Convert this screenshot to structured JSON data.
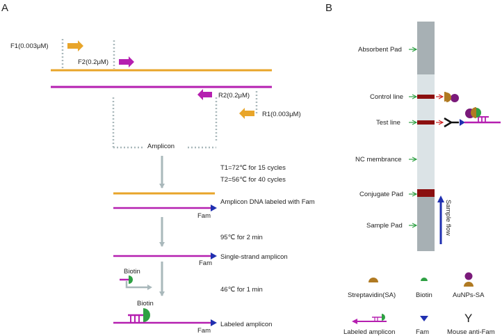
{
  "panel_a": {
    "letter": "A",
    "primer_f1": "F1(0.003μM)",
    "primer_f2": "F2(0.2μM)",
    "primer_r2": "R2(0.2μM)",
    "primer_r1": "R1(0.003μM)",
    "amplicon": "Amplicon",
    "cycle_t1": "T1=72℃  for 15 cycles",
    "cycle_t2": "T2=56℃  for 40 cycles",
    "amplicon_labeled": "Amplicon DNA labeled with Fam",
    "fam_1": "Fam",
    "step_95": "95℃  for 2 min",
    "single_strand": "Single-strand amplicon",
    "fam_2": "Fam",
    "biotin_1": "Biotin",
    "step_46": "46℃  for 1 min",
    "biotin_2": "Biotin",
    "labeled_amplicon": "Labeled amplicon",
    "fam_3": "Fam"
  },
  "panel_b": {
    "letter": "B",
    "absorbent_pad": "Absorbent Pad",
    "control_line": "Control line",
    "test_line": "Test line",
    "nc_membrance": "NC membrance",
    "conjugate_pad": "Conjugate Pad",
    "sample_pad": "Sample Pad",
    "sample_flow": "Sample flow"
  },
  "legend": {
    "streptavidin": "Streptavidin(SA)",
    "biotin": "Biotin",
    "aunps_sa": "AuNPs-SA",
    "labeled_amplicon": "Labeled amplicon",
    "fam": "Fam",
    "mouse_anti_fam": "Mouse anti-Fam",
    "antibody_symbol": "Y"
  },
  "colors": {
    "orange": "#e8a52a",
    "magenta": "#b51fb0",
    "green": "#2ea043",
    "blue": "#2030b0",
    "dark_red": "#8b0f0f",
    "gray_arrow": "#a9b8bb",
    "strip_light": "#dbe3e6",
    "strip_dark": "#a7b0b4",
    "sa_brown": "#b07a22",
    "aunp_purple": "#7a1a7a"
  }
}
